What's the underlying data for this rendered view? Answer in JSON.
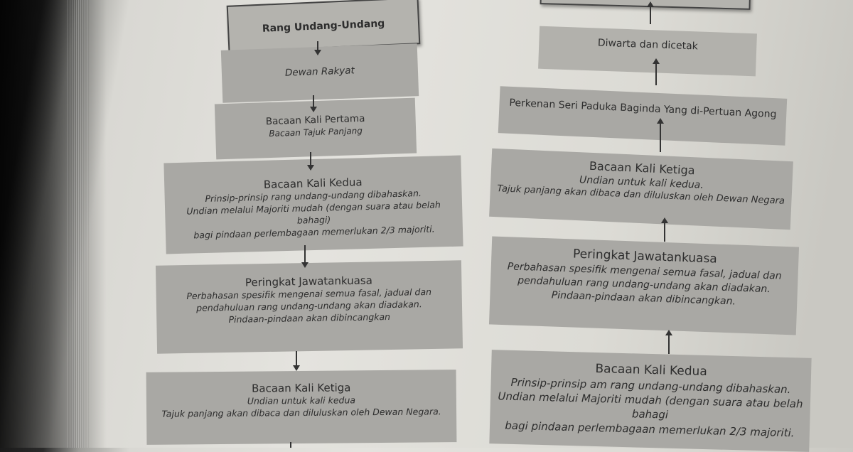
{
  "left_column": [
    {
      "title": "Rang Undang-Undang",
      "lines": []
    },
    {
      "title": "Dewan Rakyat",
      "lines": []
    },
    {
      "title": "Bacaan Kali Pertama",
      "lines": [
        "Bacaan Tajuk Panjang"
      ]
    },
    {
      "title": "Bacaan Kali Kedua",
      "lines": [
        "Prinsip-prinsip rang undang-undang dibahaskan.",
        "Undian melalui Majoriti mudah (dengan suara atau belah bahagi)",
        "bagi pindaan perlembagaan memerlukan 2/3 majoriti."
      ]
    },
    {
      "title": "Peringkat Jawatankuasa",
      "lines": [
        "Perbahasan spesifik mengenai semua fasal, jadual dan",
        "pendahuluan rang undang-undang akan diadakan.",
        "Pindaan-pindaan akan dibincangkan"
      ]
    },
    {
      "title": "Bacaan Kali Ketiga",
      "lines": [
        "Undian untuk kali kedua",
        "Tajuk panjang akan dibaca dan diluluskan oleh Dewan Negara."
      ]
    }
  ],
  "right_column": [
    {
      "title": "Diwarta dan dicetak",
      "lines": []
    },
    {
      "title": "Perkenan Seri Paduka Baginda Yang di-Pertuan Agong",
      "lines": []
    },
    {
      "title": "Bacaan Kali Ketiga",
      "lines": [
        "Undian untuk kali kedua.",
        "Tajuk panjang akan dibaca dan diluluskan oleh Dewan Negara"
      ]
    },
    {
      "title": "Peringkat Jawatankuasa",
      "lines": [
        "Perbahasan spesifik mengenai semua fasal, jadual dan",
        "pendahuluan rang undang-undang akan diadakan.",
        "Pindaan-pindaan akan dibincangkan."
      ]
    },
    {
      "title": "Bacaan Kali Kedua",
      "lines": [
        "Prinsip-prinsip am rang undang-undang dibahaskan.",
        "Undian melalui Majoriti mudah (dengan suara atau belah bahagi",
        "bagi pindaan perlembagaan memerlukan 2/3 majoriti."
      ]
    }
  ]
}
